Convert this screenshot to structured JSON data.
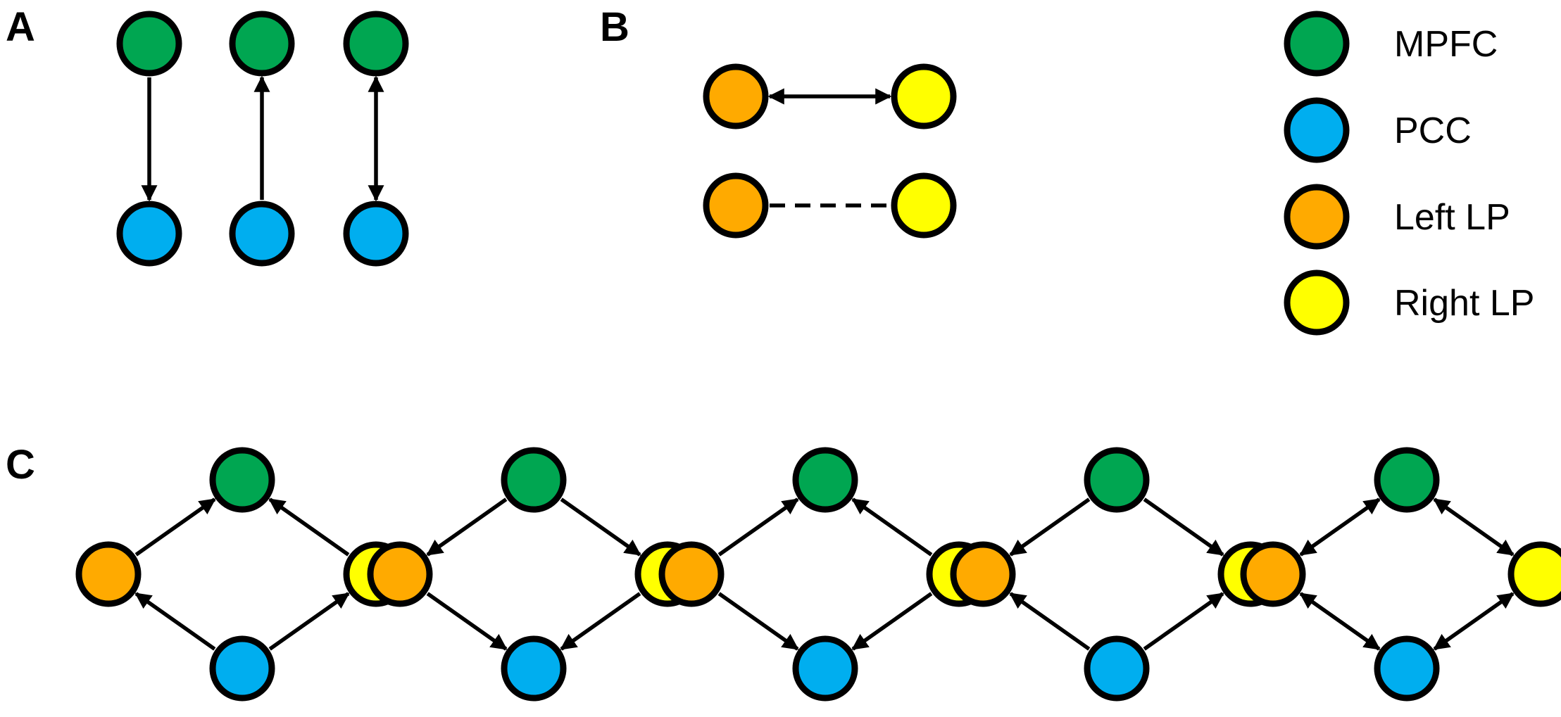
{
  "panels": [
    {
      "id": "a",
      "label": "A"
    },
    {
      "id": "b",
      "label": "B"
    },
    {
      "id": "c",
      "label": "C"
    }
  ],
  "regions": [
    {
      "key": "mpfc",
      "label": "MPFC",
      "color": "#00A651"
    },
    {
      "key": "pcc",
      "label": "PCC",
      "color": "#00AEEF"
    },
    {
      "key": "left_lp",
      "label": "Left LP",
      "color": "#FFAA00"
    },
    {
      "key": "right_lp",
      "label": "Right LP",
      "color": "#FFFF00"
    }
  ],
  "panel_a_models": [
    {
      "top": "mpfc",
      "bottom": "pcc",
      "direction": "down"
    },
    {
      "top": "mpfc",
      "bottom": "pcc",
      "direction": "up"
    },
    {
      "top": "mpfc",
      "bottom": "pcc",
      "direction": "both"
    }
  ],
  "panel_b_models": [
    {
      "left": "left_lp",
      "right": "right_lp",
      "connection": "bidirectional"
    },
    {
      "left": "left_lp",
      "right": "right_lp",
      "connection": "dashed"
    }
  ],
  "panel_c_models": [
    {
      "edges": [
        [
          "left_lp",
          "mpfc",
          "to"
        ],
        [
          "right_lp",
          "mpfc",
          "to"
        ],
        [
          "pcc",
          "left_lp",
          "to"
        ],
        [
          "pcc",
          "right_lp",
          "to"
        ]
      ]
    },
    {
      "edges": [
        [
          "mpfc",
          "left_lp",
          "to"
        ],
        [
          "mpfc",
          "right_lp",
          "to"
        ],
        [
          "left_lp",
          "pcc",
          "to"
        ],
        [
          "right_lp",
          "pcc",
          "to"
        ]
      ]
    },
    {
      "edges": [
        [
          "left_lp",
          "mpfc",
          "to"
        ],
        [
          "right_lp",
          "mpfc",
          "to"
        ],
        [
          "left_lp",
          "pcc",
          "to"
        ],
        [
          "right_lp",
          "pcc",
          "to"
        ]
      ]
    },
    {
      "edges": [
        [
          "mpfc",
          "left_lp",
          "to"
        ],
        [
          "mpfc",
          "right_lp",
          "to"
        ],
        [
          "pcc",
          "left_lp",
          "to"
        ],
        [
          "pcc",
          "right_lp",
          "to"
        ]
      ]
    },
    {
      "edges": [
        [
          "mpfc",
          "left_lp",
          "both"
        ],
        [
          "mpfc",
          "right_lp",
          "both"
        ],
        [
          "pcc",
          "left_lp",
          "both"
        ],
        [
          "pcc",
          "right_lp",
          "both"
        ]
      ]
    }
  ]
}
